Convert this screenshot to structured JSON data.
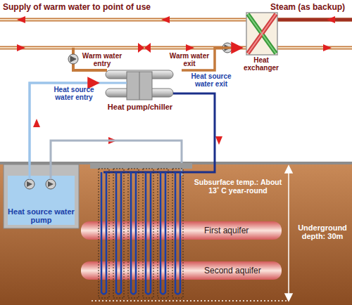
{
  "diagram": {
    "nodes": [
      {
        "text": [
          "Heat exchanger"
        ]
      },
      {
        "text": [
          "Heat pump/chiller"
        ]
      },
      {
        "text": [
          "Heat source water pump"
        ]
      },
      {
        "text": [
          "First aquifer"
        ]
      },
      {
        "text": [
          "Second aquifer"
        ]
      }
    ],
    "edges": [
      {
        "from": 2,
        "to": 1,
        "arrow": "to"
      },
      {
        "from": 1,
        "to": 0,
        "arrow": "to"
      }
    ],
    "labels": [
      "Supply of warm water to point of use",
      "Steam (as backup)",
      "Warm water entry",
      "Warm water exit",
      "Heat source water entry",
      "Heat source water exit",
      "Subsurface temp.: About 13˚ C year-round",
      "Underground depth: 30m"
    ]
  }
}
